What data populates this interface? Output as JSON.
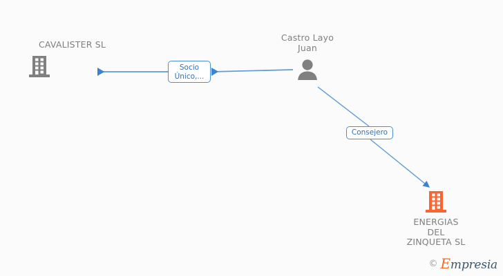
{
  "diagram": {
    "background_color": "#fbfbfb",
    "nodes": [
      {
        "id": "cavalister",
        "label": "CAVALISTER SL",
        "icon": "building-icon",
        "icon_color": "#808080",
        "type": "company"
      },
      {
        "id": "person",
        "label": "Castro Layo\nJuan",
        "icon": "person-icon",
        "icon_color": "#808080",
        "type": "person"
      },
      {
        "id": "energias",
        "label": "ENERGIAS\nDEL\nZINQUETA SL",
        "icon": "building-icon",
        "icon_color": "#fb6330",
        "type": "company"
      }
    ],
    "edges": [
      {
        "id": "socio",
        "from": "person",
        "to": "cavalister",
        "label": "Socio\nÚnico,...",
        "color": "#4a8fd4",
        "direction": "left"
      },
      {
        "id": "consejero",
        "from": "person",
        "to": "energias",
        "label": "Consejero",
        "color": "#4a8fd4",
        "direction": "down-right"
      }
    ]
  },
  "watermark": {
    "copyright": "©",
    "brand_initial": "E",
    "brand_rest": "mpresia",
    "brand_initial_color": "#f26a28",
    "brand_color": "#3f5666"
  }
}
